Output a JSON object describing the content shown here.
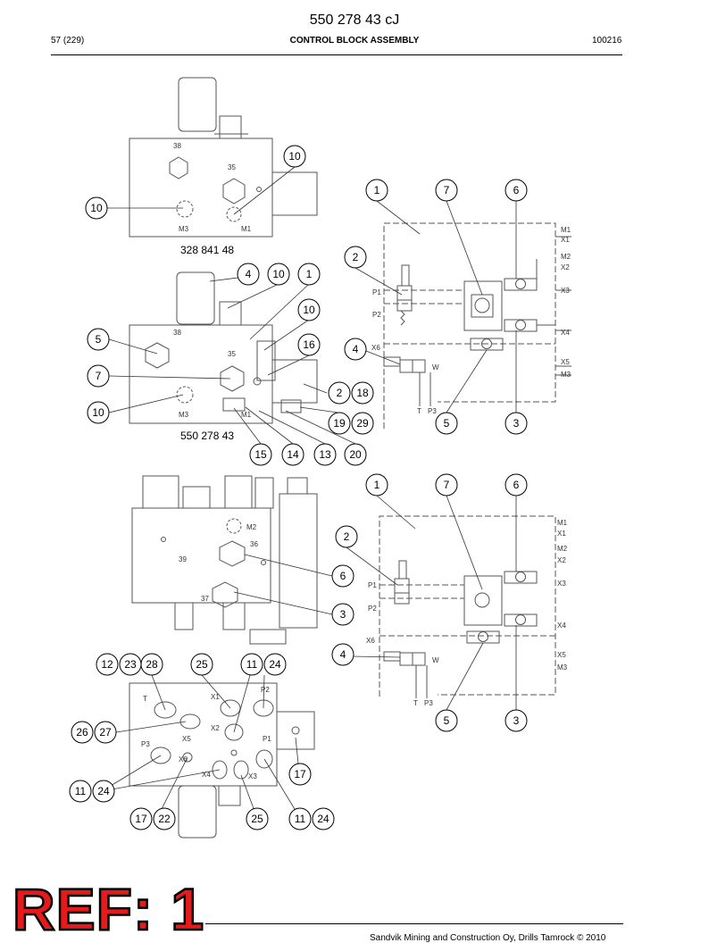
{
  "header": {
    "doc_title": "550 278 43 cJ",
    "page": "57 (229)",
    "section": "CONTROL BLOCK ASSEMBLY",
    "code": "100216"
  },
  "block_labels": {
    "block_a": "328 841 48",
    "block_b": "550 278 43"
  },
  "ports": {
    "m1": "M1",
    "m2": "M2",
    "m3": "M3",
    "x1": "X1",
    "x2": "X2",
    "x3": "X3",
    "x4": "X4",
    "x5": "X5",
    "x6": "X6",
    "p1": "P1",
    "p2": "P2",
    "p3": "P3",
    "t": "T",
    "w": "W",
    "c35": "35",
    "c36": "36",
    "c37": "37",
    "c38": "38",
    "c39": "39"
  },
  "callouts": {
    "c1": "1",
    "c2": "2",
    "c3": "3",
    "c4": "4",
    "c5": "5",
    "c6": "6",
    "c7": "7",
    "c10": "10",
    "c11": "11",
    "c12": "12",
    "c13": "13",
    "c14": "14",
    "c15": "15",
    "c16": "16",
    "c17": "17",
    "c18": "18",
    "c19": "19",
    "c20": "20",
    "c22": "22",
    "c23": "23",
    "c24": "24",
    "c25": "25",
    "c26": "26",
    "c27": "27",
    "c28": "28",
    "c29": "29"
  },
  "stamp": "REF: 1",
  "footer": "Sandvik Mining and Construction Oy, Drills Tamrock © 2010"
}
